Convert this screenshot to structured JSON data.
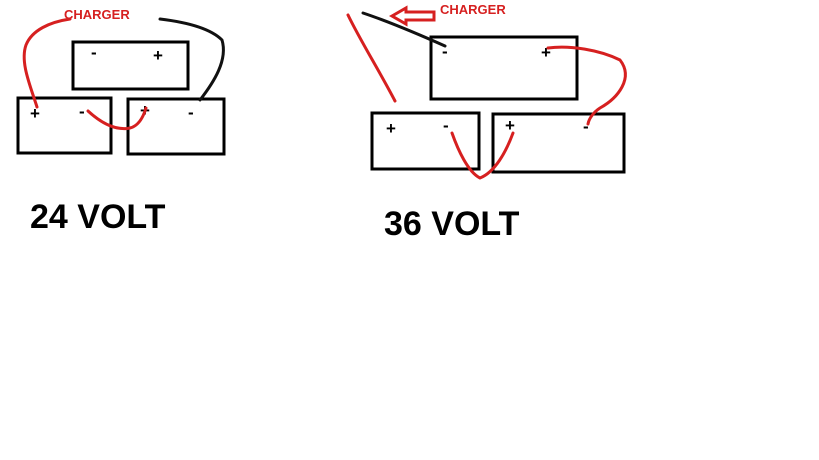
{
  "colors": {
    "positive_wire": "#d62020",
    "negative_wire": "#111111",
    "charger_label": "#d62020"
  },
  "symbols": {
    "positive": "+",
    "negative": "-"
  },
  "left_diagram": {
    "charger_label": "CHARGER",
    "voltage_label": "24 VOLT",
    "battery_count": 3
  },
  "right_diagram": {
    "charger_label": "CHARGER",
    "voltage_label": "36 VOLT",
    "battery_count": 3,
    "charger_arrow_icon": "arrow-left-icon"
  }
}
